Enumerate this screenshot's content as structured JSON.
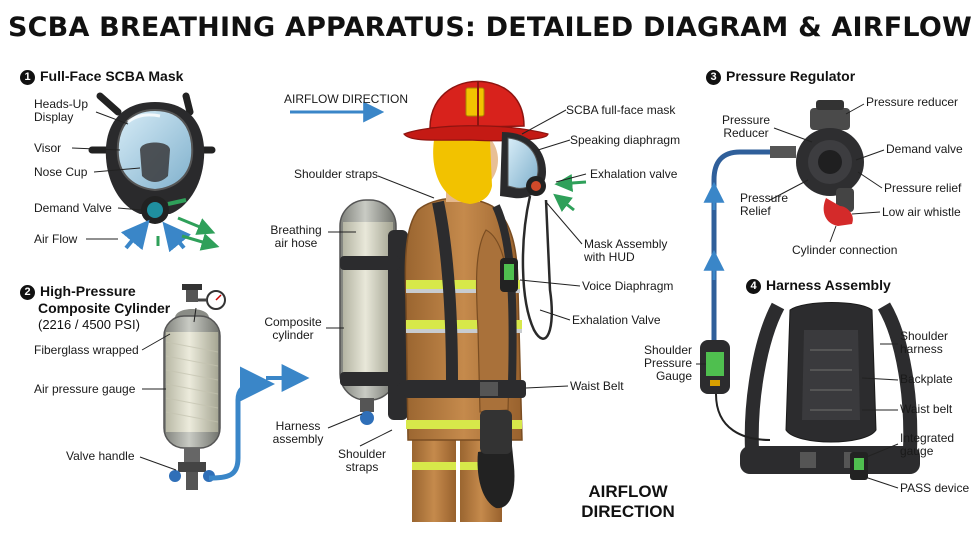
{
  "title": "SCBA BREATHING APPARATUS: DETAILED DIAGRAM & AIRFLOW",
  "sections": {
    "mask": {
      "num": "1",
      "label": "Full-Face SCBA Mask"
    },
    "cylinder": {
      "num": "2",
      "line1": "High-Pressure",
      "line2": "Composite Cylinder",
      "sub": "(2216 / 4500 PSI)"
    },
    "regulator": {
      "num": "3",
      "label": "Pressure Regulator"
    },
    "harness": {
      "num": "4",
      "label": "Harness Assembly"
    }
  },
  "mask_labels": {
    "hud_line1": "Heads-Up",
    "hud_line2": "Display",
    "visor": "Visor",
    "nose_cup": "Nose Cup",
    "demand_valve": "Demand Valve",
    "air_flow": "Air Flow"
  },
  "cylinder_labels": {
    "fiberglass": "Fiberglass wrapped",
    "gauge": "Air pressure gauge",
    "valve_handle": "Valve handle"
  },
  "center_labels": {
    "airflow_direction": "AIRFLOW DIRECTION",
    "shoulder_straps": "Shoulder straps",
    "hose_line1": "Breathing",
    "hose_line2": "air hose",
    "composite_line1": "Composite",
    "composite_line2": "cylinder",
    "harness_line1": "Harness",
    "harness_line2": "assembly",
    "shoulder2_line1": "Shoulder",
    "shoulder2_line2": "straps",
    "fullface_mask": "SCBA full-face mask",
    "speaking_diaphragm": "Speaking diaphragm",
    "exhalation_valve": "Exhalation valve",
    "mask_assembly_line1": "Mask Assembly",
    "mask_assembly_line2": "with HUD",
    "voice_diaphragm": "Voice Diaphragm",
    "exhalation_valve2": "Exhalation Valve",
    "waist_belt": "Waist Belt",
    "big_flow_line1": "AIRFLOW",
    "big_flow_line2": "DIRECTION"
  },
  "regulator_labels": {
    "reducer_left_line1": "Pressure",
    "reducer_left_line2": "Reducer",
    "pressure_reducer": "Pressure reducer",
    "demand_valve": "Demand valve",
    "relief_left_line1": "Pressure",
    "relief_left_line2": "Relief",
    "pressure_relief": "Pressure relief",
    "low_air_whistle": "Low air whistle",
    "cylinder_connection": "Cylinder connection"
  },
  "harness_labels": {
    "gauge_line1": "Shoulder",
    "gauge_line2": "Pressure",
    "gauge_line3": "Gauge",
    "shoulder_line1": "Shoulder",
    "shoulder_line2": "harness",
    "backplate": "Backplate",
    "waist_belt": "Waist belt",
    "integrated_line1": "Integrated",
    "integrated_line2": "gauge",
    "pass_device": "PASS device"
  },
  "colors": {
    "helmet": "#d8221c",
    "helmet_brim": "#c41a14",
    "helmet_shield": "#f2c200",
    "turnout": "#b77a3e",
    "turnout_dark": "#8f5a2a",
    "reflective": "#d7e84a",
    "reflective_silver": "#c8ccd0",
    "cylinder": "#9b9d96",
    "cylinder_wrap": "#dcdcca",
    "harness": "#2c2c2e",
    "flow_arrow": "#3a86c8",
    "hose": "#2f5f9a",
    "gauge_screen": "#4fbf4f",
    "whistle": "#d42a2a",
    "visor": "#9fc7dd"
  }
}
